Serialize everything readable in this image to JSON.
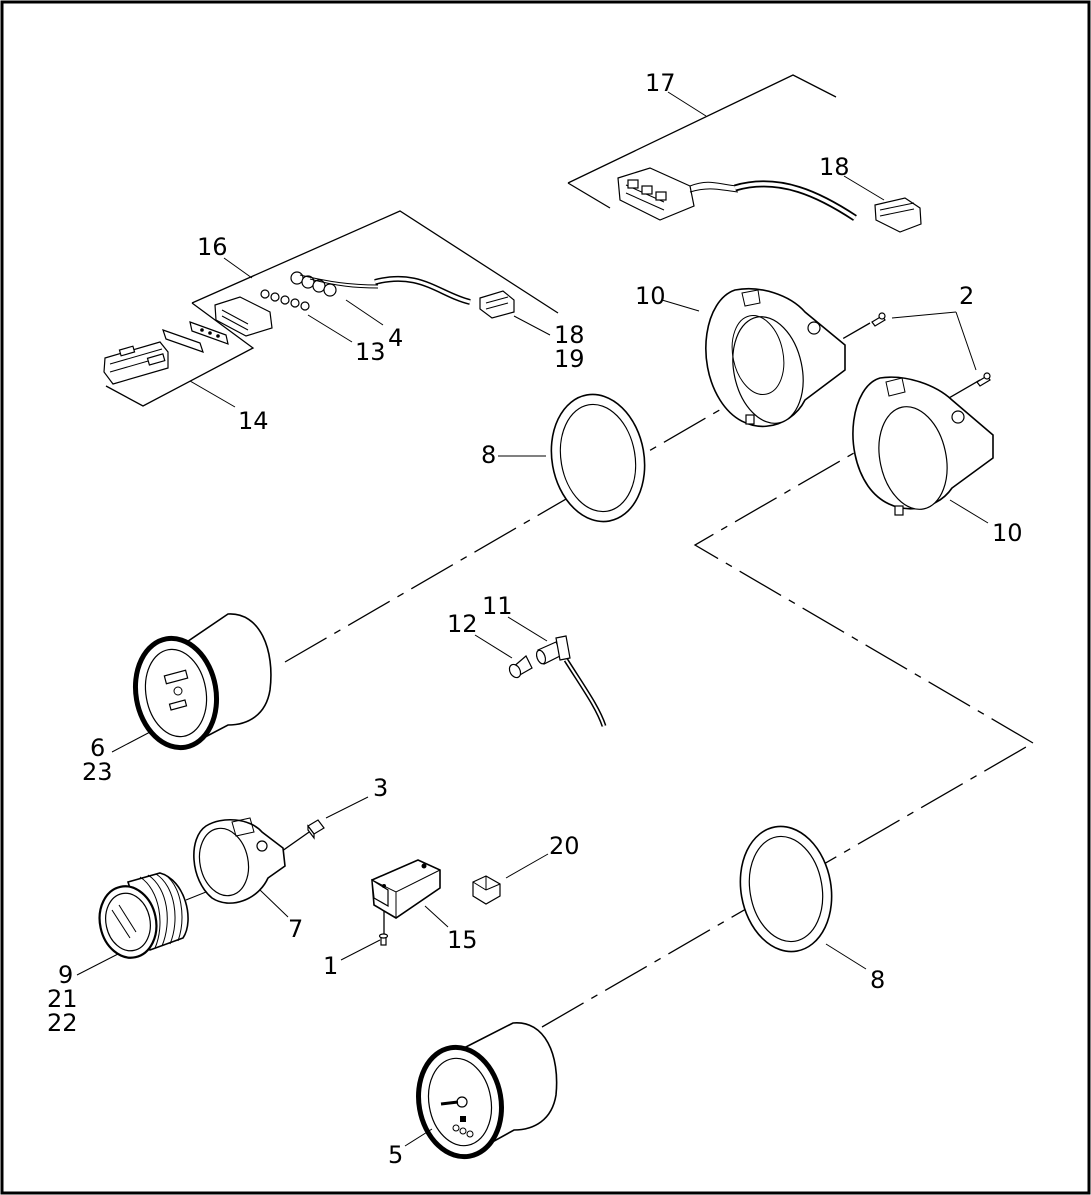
{
  "diagram": {
    "callouts": {
      "c1": "1",
      "c2": "2",
      "c3": "3",
      "c4": "4",
      "c5": "5",
      "c6": "6",
      "c23": "23",
      "c7": "7",
      "c8a": "8",
      "c8b": "8",
      "c9": "9",
      "c21": "21",
      "c22": "22",
      "c10a": "10",
      "c10b": "10",
      "c11": "11",
      "c12": "12",
      "c13": "13",
      "c14": "14",
      "c15": "15",
      "c16": "16",
      "c17": "17",
      "c18a": "18",
      "c18b": "18",
      "c19": "19",
      "c20": "20"
    }
  }
}
